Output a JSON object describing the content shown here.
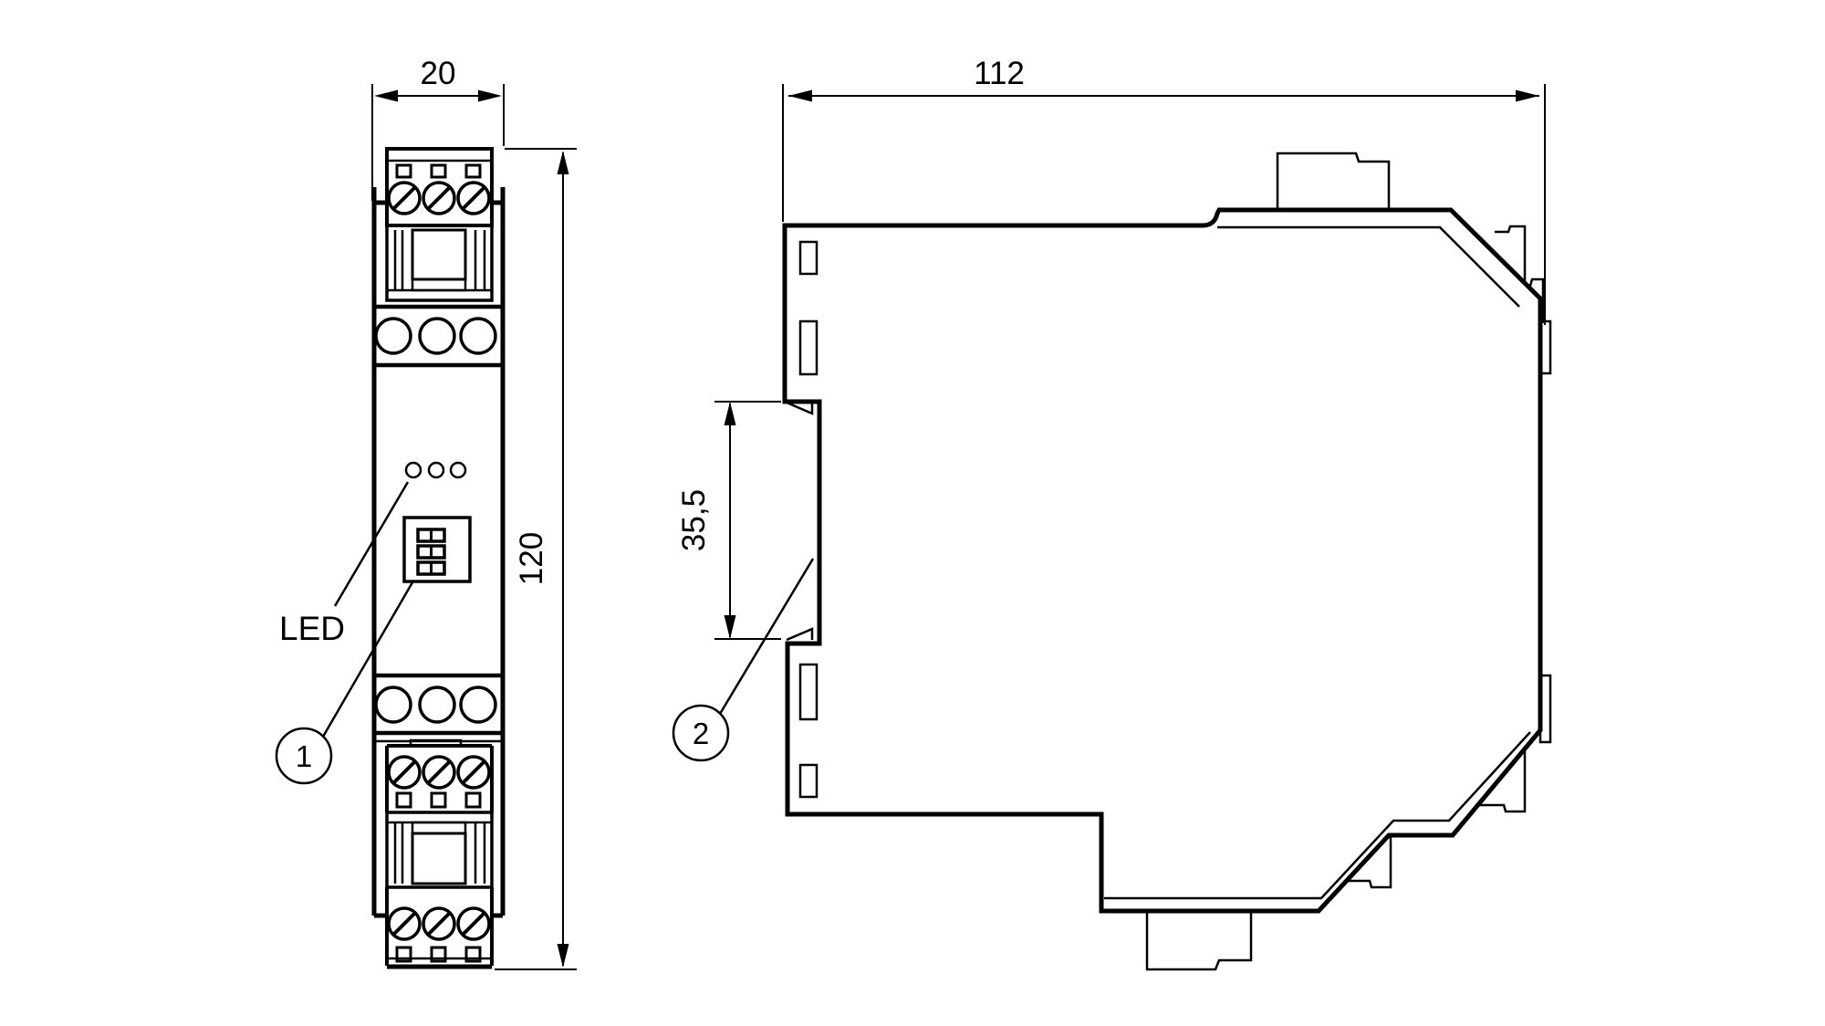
{
  "drawing": {
    "background": "#ffffff",
    "stroke_color": "#000000",
    "dimensions": {
      "front_width": "20",
      "front_height": "120",
      "side_depth": "112",
      "side_din_clip_height": "35,5"
    },
    "labels": {
      "led": "LED",
      "callout_dip_switch": "1",
      "callout_din_rail": "2"
    }
  }
}
